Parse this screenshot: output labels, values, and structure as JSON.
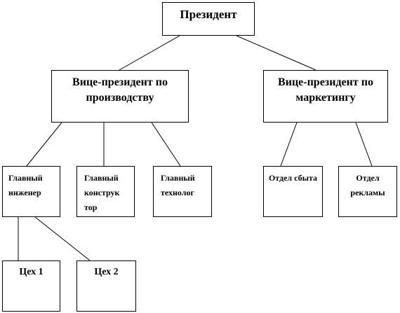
{
  "org_chart": {
    "president": "Президент",
    "vp_production": "Вице-президент по производству",
    "vp_marketing": "Вице-президент по маркетингу",
    "chief_engineer": "Главный инженер",
    "chief_designer": "Главный конструк тор",
    "chief_technologist": "Главный технолог",
    "sales_department": "Отдел сбыта",
    "advertising_department": "Отдел рекламы",
    "workshop_1": "Цех 1",
    "workshop_2": "Цех 2"
  }
}
